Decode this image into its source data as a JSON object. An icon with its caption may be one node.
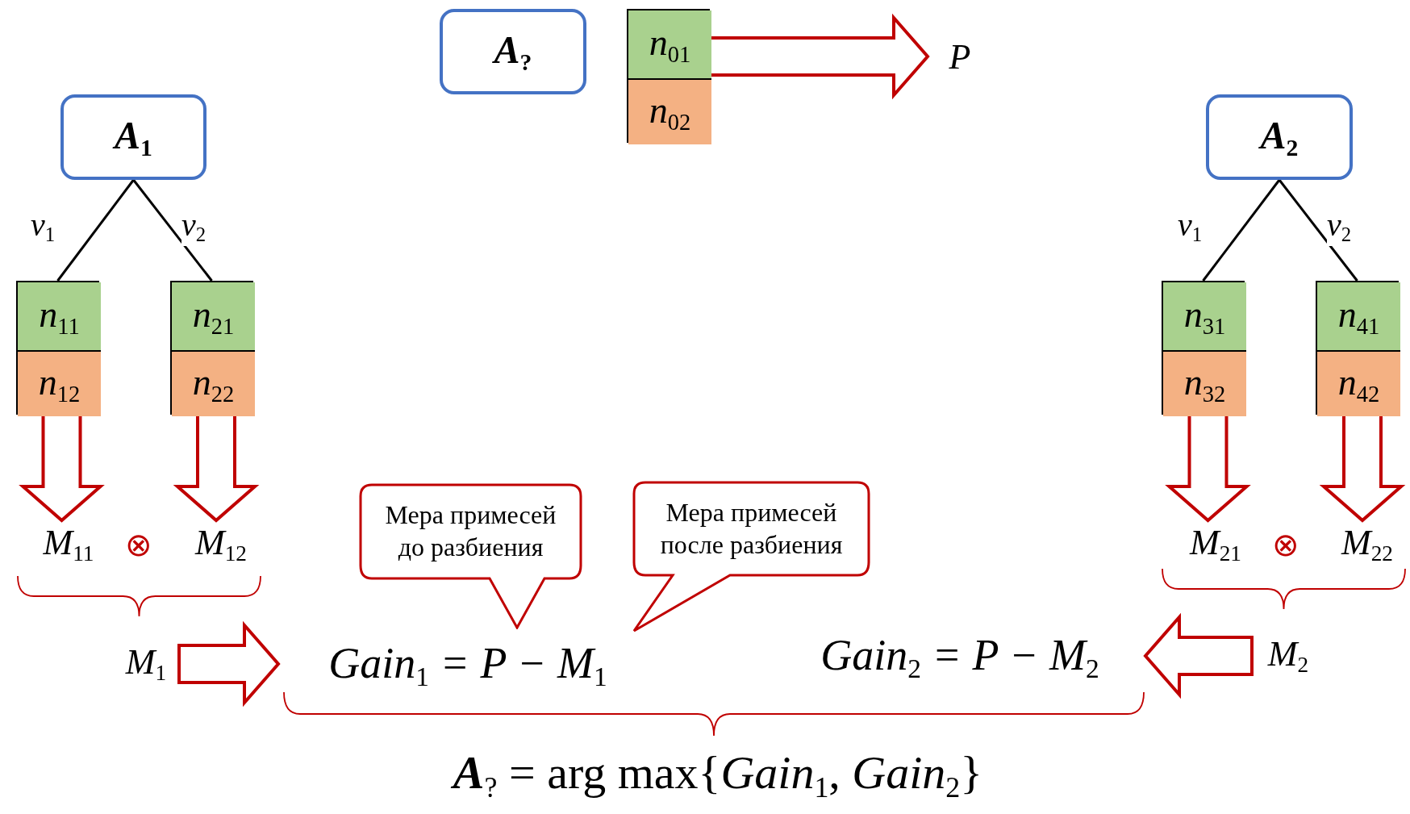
{
  "diagram": {
    "nodes": [
      {
        "text": [
          "A$_{?}$"
        ]
      },
      {
        "text": [],
        "shape": "box"
      },
      {
        "text": [
          "n$_{01}$"
        ],
        "in": 1
      },
      {
        "text": [
          "n$_{02}$"
        ],
        "in": 1
      },
      {
        "text": [
          "P"
        ]
      },
      {
        "text": [
          "A$_{1}$"
        ]
      },
      {
        "text": [
          "A$_{2}$"
        ]
      },
      {
        "text": [],
        "shape": "box"
      },
      {
        "text": [
          "n$_{11}$"
        ],
        "in": 7
      },
      {
        "text": [
          "n$_{12}$"
        ],
        "in": 7
      },
      {
        "text": [],
        "shape": "box"
      },
      {
        "text": [
          "n$_{21}$"
        ],
        "in": 10
      },
      {
        "text": [
          "n$_{22}$"
        ],
        "in": 10
      },
      {
        "text": [],
        "shape": "box"
      },
      {
        "text": [
          "n$_{31}$"
        ],
        "in": 13
      },
      {
        "text": [
          "n$_{32}$"
        ],
        "in": 13
      },
      {
        "text": [],
        "shape": "box"
      },
      {
        "text": [
          "n$_{41}$"
        ],
        "in": 16
      },
      {
        "text": [
          "n$_{42}$"
        ],
        "in": 16
      },
      {
        "text": [
          "M$_{11}$"
        ]
      },
      {
        "text": [
          "M$_{12}$"
        ]
      },
      {
        "text": [
          "M$_{21}$"
        ]
      },
      {
        "text": [
          "M$_{22}$"
        ]
      },
      {
        "text": [
          "Мера примесей до разбиения"
        ]
      },
      {
        "text": [
          "Мера примесей после разбиения"
        ]
      },
      {
        "text": [
          "M$_{1}$"
        ]
      },
      {
        "text": [
          "Gain$_{1}$ = P − M$_{1}$"
        ]
      },
      {
        "text": [
          "Gain$_{2}$ = P − M$_{2}$"
        ]
      },
      {
        "text": [
          "M$_{2}$"
        ]
      }
    ],
    "edges": [
      {
        "from": 1,
        "to": 4,
        "arrow": "to",
        "style": "thick"
      },
      {
        "from": 5,
        "to": 7,
        "arrow": "none",
        "label": "v$_{1}$",
        "color": "#000000"
      },
      {
        "from": 5,
        "to": 10,
        "arrow": "none",
        "label": "v$_{2}$",
        "color": "#000000"
      },
      {
        "from": 6,
        "to": 13,
        "arrow": "none",
        "label": "v$_{1}$",
        "color": "#000000"
      },
      {
        "from": 6,
        "to": 16,
        "arrow": "none",
        "label": "v$_{2}$",
        "color": "#000000"
      },
      {
        "from": 7,
        "to": 19,
        "arrow": "to",
        "style": "thick"
      },
      {
        "from": 10,
        "to": 20,
        "arrow": "to",
        "style": "thick"
      },
      {
        "from": 13,
        "to": 21,
        "arrow": "to",
        "style": "thick"
      },
      {
        "from": 16,
        "to": 22,
        "arrow": "to",
        "style": "thick"
      },
      {
        "from": 25,
        "to": 26,
        "arrow": "to",
        "style": "thick"
      },
      {
        "from": 28,
        "to": 27,
        "arrow": "to",
        "style": "thick"
      }
    ],
    "labels": [
      "⊗",
      "⊗",
      "**A**$_{?}$ = arg max{*Gain*$_{1}$, *Gain*$_{2}$}"
    ]
  }
}
